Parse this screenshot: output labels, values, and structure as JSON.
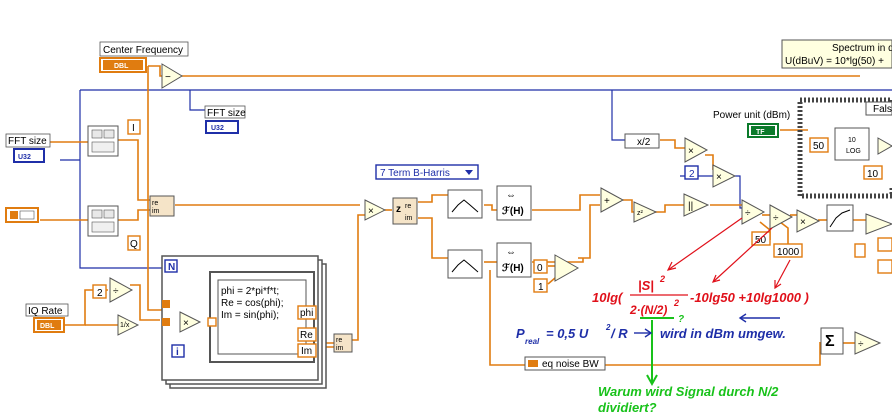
{
  "labels": {
    "center_frequency": "Center Frequency",
    "fft_size_top": "FFT size",
    "fft_size_left": "FFT size",
    "iq_rate": "IQ Rate",
    "power_unit": "Power unit (dBm)",
    "spectrum_line1": "Spectrum in d",
    "spectrum_line2": "U(dBuV) = 10*lg(50) +"
  },
  "terminals": {
    "dbl": "DBL",
    "u32": "U32",
    "tf": "TF",
    "i_index": "i",
    "n_count": "N"
  },
  "selectors": {
    "false_case": "Fals"
  },
  "ring": {
    "window_value": "7 Term B-Harris"
  },
  "constants": {
    "two": "2",
    "two_b": "2",
    "fifty_a": "50",
    "fifty_b": "50",
    "thousand": "1000",
    "ten_a": "10",
    "ten_b": "10",
    "zero": "0",
    "one": "1",
    "i_indicator": "I",
    "q_indicator": "Q",
    "x_div_2": "x/2"
  },
  "formula_node": {
    "line1": "phi = 2*pi*f*t;",
    "line2": "Re = cos(phi);",
    "line3": "Im = sin(phi);",
    "out_phi": "phi",
    "out_re": "Re",
    "out_im": "Im"
  },
  "subvi": {
    "eq_noise_bw": "eq noise BW"
  },
  "annotations": {
    "red_formula_part1": "10lg(",
    "red_formula_num": "|S|",
    "red_formula_den": "2·(N/2)",
    "red_formula_part2": "-10lg50 +10lg1000 )",
    "exp2": "2",
    "exp2b": "2",
    "blue_p": "P",
    "blue_real": "real",
    "blue_eq": " = 0,5 U",
    "blue_r": " / R",
    "blue_tail": "wird in dBm umgew.",
    "green_q": "?",
    "green_line1": "Warum wird Signal durch N/2",
    "green_line2": "dividiert?"
  }
}
